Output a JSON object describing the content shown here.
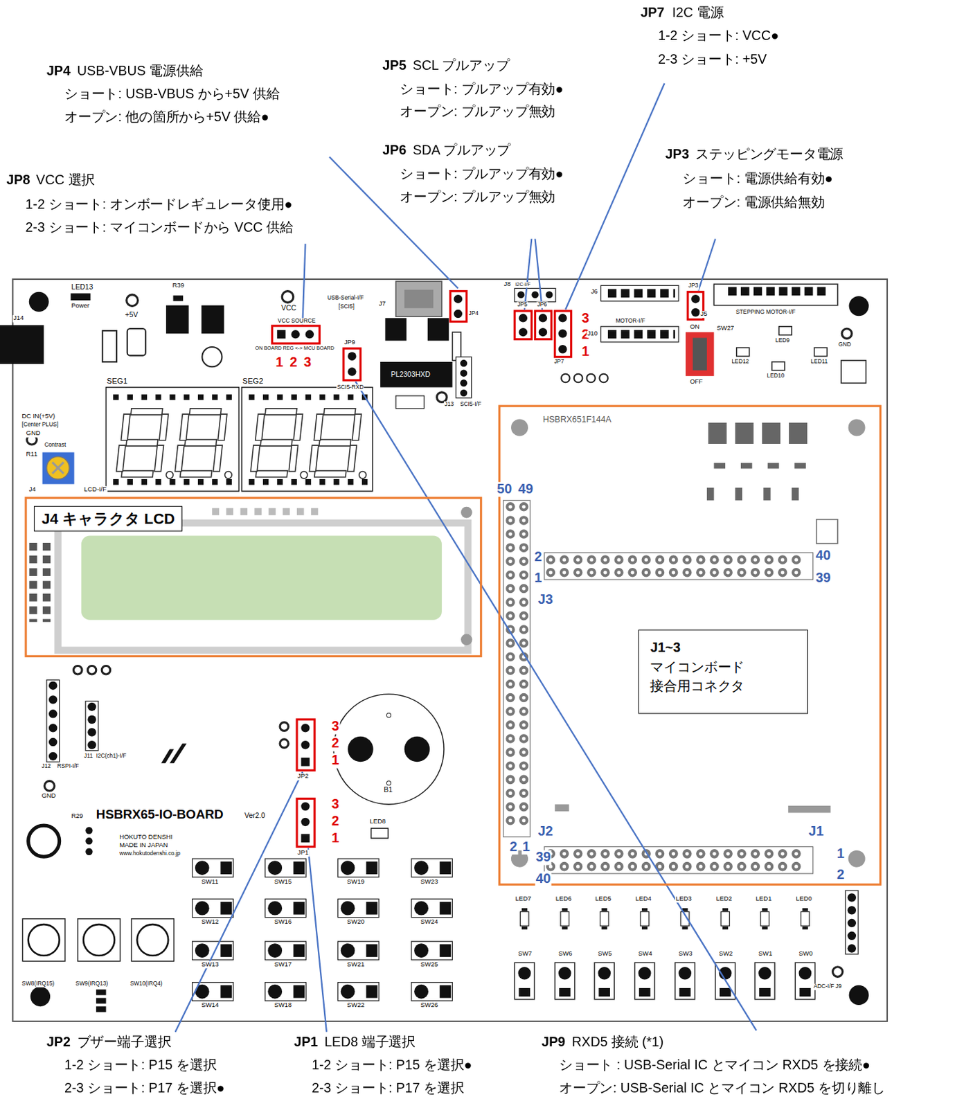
{
  "diagram": {
    "nodes": [
      {
        "text": [
          "J4 キャラクタ LCD"
        ]
      },
      {
        "text": [
          "HSBRX651F144A"
        ]
      },
      {
        "text": [
          "J1~3",
          "マイコンボード 接合用コネクタ"
        ],
        "in": 1
      }
    ],
    "labels": [
      "JP7",
      "I2C 電源",
      "1-2 ショート: VCC●",
      "2-3 ショート: +5V",
      "JP4",
      "USB-VBUS 電源供給",
      "ショート: USB-VBUS から+5V 供給",
      "オープン: 他の箇所から+5V 供給●",
      "JP5",
      "SCL プルアップ",
      "ショート: プルアップ有効●",
      "オープン: プルアップ無効",
      "JP6",
      "SDA プルアップ",
      "ショート: プルアップ有効●",
      "オープン: プルアップ無効",
      "JP3",
      "ステッピングモータ電源",
      "ショート: 電源供給有効●",
      "オープン: 電源供給無効",
      "JP8",
      "VCC 選択",
      "1-2 ショート: オンボードレギュレータ使用●",
      "2-3 ショート: マイコンボードから VCC 供給",
      "JP2",
      "ブザー端子選択",
      "1-2 ショート: P15 を選択",
      "2-3 ショート: P17 を選択●",
      "JP1",
      "LED8 端子選択",
      "1-2 ショート: P15 を選択●",
      "2-3 ショート: P17 を選択",
      "JP9",
      "RXD5 接続 (*1)",
      "ショート : USB-Serial IC とマイコン RXD5 を接続●",
      "オープン: USB-Serial IC とマイコン RXD5 を切り離し",
      "1 2 3",
      "3",
      "2",
      "1",
      "3",
      "2",
      "1",
      "3",
      "2",
      "1",
      "50",
      "49",
      "2",
      "1",
      "J3",
      "40",
      "39",
      "2",
      "1",
      "J2",
      "J1",
      "39",
      "40",
      "1",
      "2",
      "LED13",
      "Power",
      "+5V",
      "R39",
      "VCC",
      "VCC SOURCE",
      "ON BOARD REG <-> MCU BOARD",
      "J14",
      "DC IN(+5V)",
      "[Center PLUS]",
      "GND",
      "Contrast",
      "R11",
      "J4",
      "LCD-I/F",
      "SEG1",
      "SEG2",
      "J7",
      "USB-Serial-I/F",
      "[SCI5]",
      "JP4",
      "JP9",
      "SCI5-RXD",
      "J8",
      "I2C-I/F",
      "JP5",
      "JP6",
      "JP7",
      "J6",
      "MOTOR-I/F",
      "J10",
      "JP3",
      "J5",
      "STEPPING MOTOR-I/F",
      "ON",
      "OFF",
      "SW27",
      "LED9",
      "LED12",
      "LED10",
      "LED11",
      "GND",
      "J13",
      "SCI5-I/F",
      "PL2303HXD",
      "B1",
      "JP2",
      "JP1",
      "LED8",
      "HOKUTO DENSHI",
      "MADE IN JAPAN",
      "www.hokutodenshi.co.jp",
      "Ver2.0",
      "HSBRX65-IO-BOARD",
      "R29",
      "GND",
      "J12",
      "RSPI-I/F",
      "J11",
      "I2C(ch1)-I/F",
      "SW11",
      "SW15",
      "SW19",
      "SW23",
      "SW12",
      "SW16",
      "SW20",
      "SW24",
      "SW13",
      "SW17",
      "SW21",
      "SW25",
      "SW14",
      "SW18",
      "SW22",
      "SW26",
      "SW8(IRQ15)",
      "SW9(IRQ13)",
      "SW10(IRQ4)",
      "LED7",
      "LED6",
      "LED5",
      "LED4",
      "LED3",
      "LED2",
      "LED1",
      "LED0",
      "SW7",
      "SW6",
      "SW5",
      "SW4",
      "SW3",
      "SW2",
      "SW1",
      "SW0",
      "ADC-I/F J9"
    ]
  }
}
